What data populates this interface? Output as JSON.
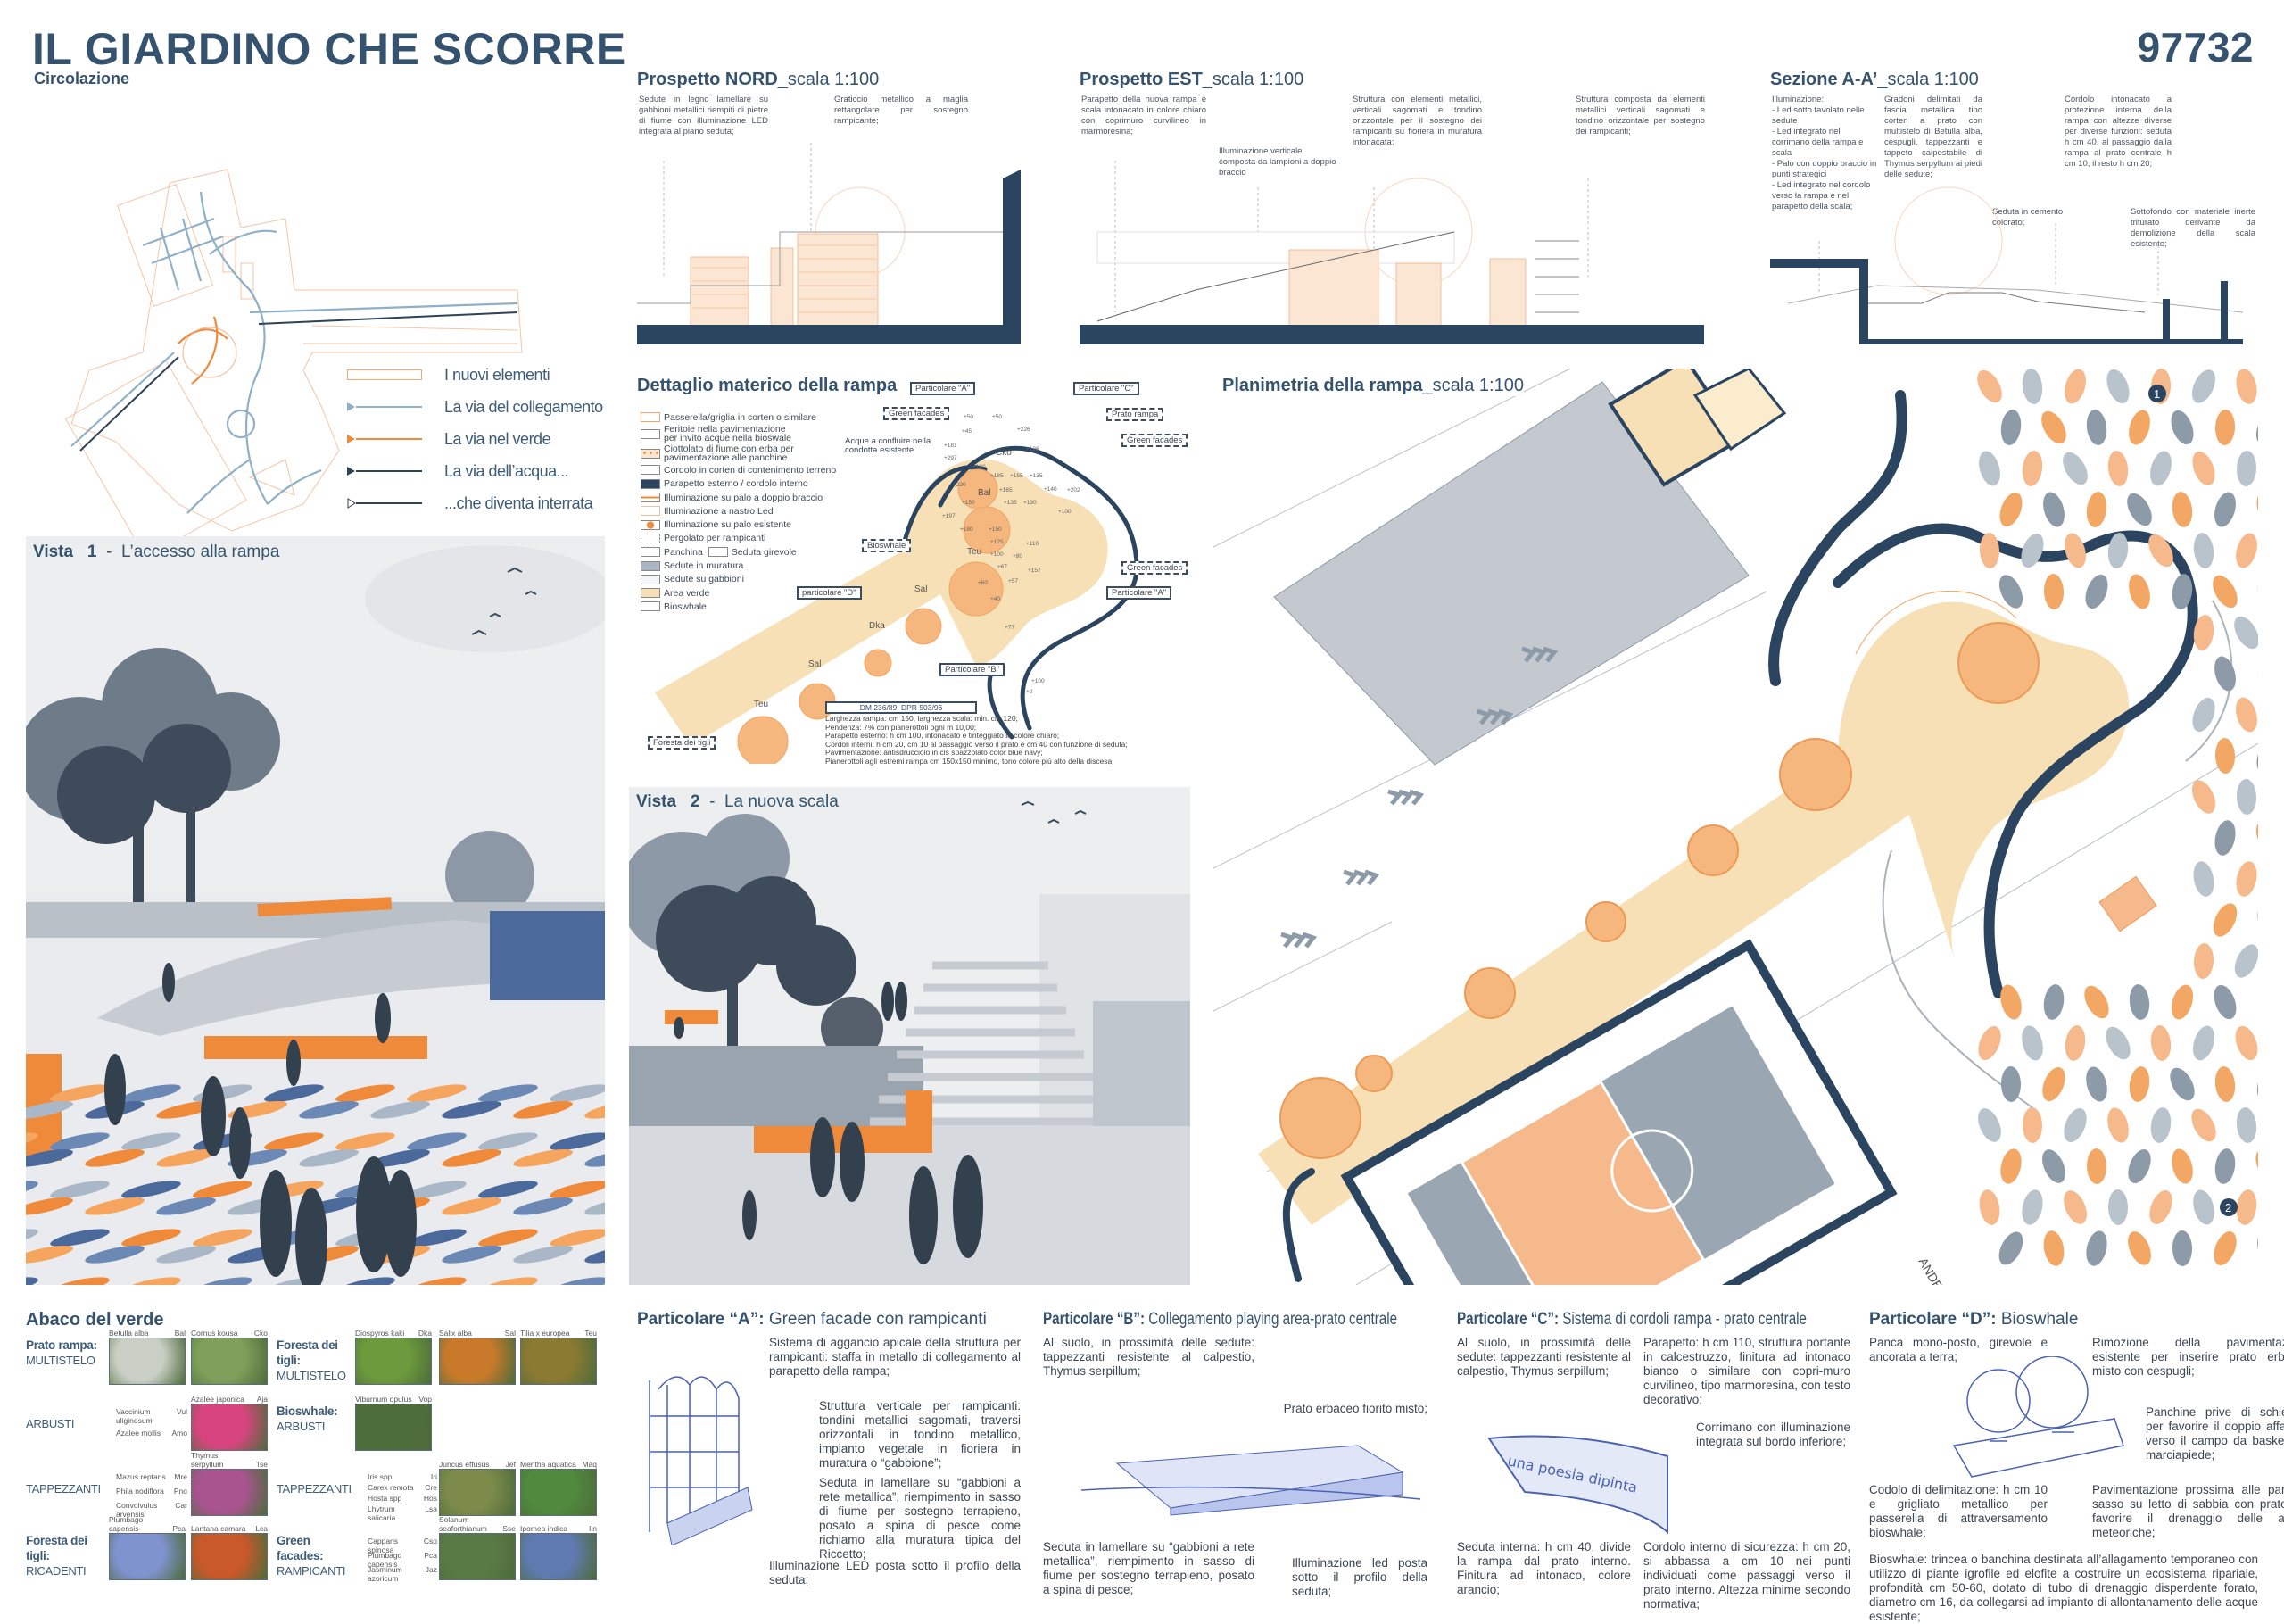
{
  "header": {
    "title": "IL GIARDINO CHE SCORRE",
    "subtitle": "Circolazione",
    "code": "97732"
  },
  "circolazione": {
    "legend": [
      {
        "label": "I nuovi elementi",
        "color": "#f2a677"
      },
      {
        "label": "La via del collegamento",
        "color": "#8fb0c6"
      },
      {
        "label": "La via nel verde",
        "color": "#ef8a3a"
      },
      {
        "label": "La via dell’acqua...",
        "color": "#2f4257"
      },
      {
        "label": "...che diventa interrata",
        "color": "#2f4257"
      }
    ]
  },
  "prospetto_nord": {
    "title": "Prospetto NORD",
    "scale": "_scala 1:100",
    "notes": [
      "Sedute in legno lamellare su gabbioni metallici riempiti di pietre di fiume con illuminazione LED integrata al piano seduta;",
      "Graticcio metallico a maglia rettangolare per sostegno rampicante;"
    ]
  },
  "prospetto_est": {
    "title": "Prospetto EST",
    "scale": "_scala 1:100",
    "notes": [
      "Parapetto della nuova rampa e scala intonacato in colore chiaro con coprimuro curvilineo in marmoresina;",
      "Illuminazione verticale composta da lampioni a doppio braccio",
      "Struttura con elementi metallici, verticali sagomati e tondino orizzontale per il sostegno dei rampicanti su fioriera in muratura intonacata;",
      "Struttura composta da elementi metallici verticali sagomati e tondino orizzontale per sostegno dei rampicanti;"
    ]
  },
  "sezione": {
    "title": "Sezione A-A’",
    "scale": "_scala 1:100",
    "notes": [
      "Illuminazione:\n- Led sotto tavolato nelle sedute\n- Led integrato nel corrimano della rampa e scala\n- Palo con doppio braccio in punti strategici\n- Led integrato nel cordolo verso la rampa e nel parapetto della scala;",
      "Gradoni delimitati da fascia metallica tipo corten a prato con multistelo di Betulla alba, cespugli, tappezzanti e tappeto calpestabile di Thymus serpyllum ai piedi delle sedute;",
      "Cordolo intonacato a protezione interna della rampa con altezze diverse per diverse funzioni: seduta h cm 40, al passaggio dalla rampa al prato centrale h cm 10, il resto h cm 20;",
      "Seduta in cemento colorato;",
      "Sottofondo con materiale inerte triturato derivante da demolizione della scala esistente;"
    ]
  },
  "vista1": {
    "title": "Vista",
    "num": "1",
    "sep": "-",
    "caption": "L’accesso alla rampa"
  },
  "vista2": {
    "title": "Vista",
    "num": "2",
    "sep": "-",
    "caption": "La nuova scala"
  },
  "dettaglio": {
    "title": "Dettaglio materico della rampa",
    "legend": [
      "Passerella/griglia in corten o similare",
      "Feritoie nella pavimentazione\nper invito acque nella bioswale",
      "Ciottolato di fiume con erba per\npavimentazione alle panchine",
      "Cordolo in corten di contenimento terreno",
      "Parapetto esterno / cordolo interno",
      "Illuminazione su palo a doppio braccio",
      "Illuminazione a nastro Led",
      "Illuminazione su palo esistente",
      "Pergolato per rampicanti",
      "Panchina",
      "Seduta girevole",
      "Sedute in muratura",
      "Sedute su gabbioni",
      "Area verde",
      "Bioswhale"
    ],
    "callouts": {
      "pa1": "Particolare \"A\"",
      "gf1": "Green facades",
      "pc": "Particolare \"C\"",
      "prato": "Prato rampa",
      "gf2": "Green facades",
      "acque": "Acque a confluire nella\ncondotta esistente",
      "bios": "Bioswhale",
      "pd": "particolare \"D\"",
      "gf3": "Green facades",
      "pa2": "Particolare \"A\"",
      "pb": "Particolare \"B\"",
      "foresta": "Foresta dei tigli"
    },
    "trees": [
      "Cko",
      "Bal",
      "Teu",
      "Sal",
      "Dka",
      "Sal",
      "Teu"
    ],
    "levels": [
      "+50",
      "+50",
      "+45",
      "+226",
      "+181",
      "+297",
      "+180",
      "+126",
      "+185",
      "+155",
      "+135",
      "+220",
      "+165",
      "+150",
      "+135",
      "+130",
      "+140",
      "+202",
      "+197",
      "+180",
      "+100",
      "+150",
      "+125",
      "+100",
      "+110",
      "+80",
      "+67",
      "+157",
      "+57",
      "+60",
      "+40",
      "+77",
      "+100",
      "+0"
    ],
    "norm_title": "DM 236/89, DPR 503/96",
    "norms": [
      "Larghezza rampa: cm 150, larghezza scala: min. cm 120;",
      "Pendenza: 7% con pianerottoli ogni m 10,00;",
      "Parapetto esterno: h cm 100, intonacato e tinteggiato in colore chiaro;",
      "Cordoli interni: h cm 20, cm 10 al passaggio verso il prato e cm 40 con funzione di seduta;",
      "Pavimentazione: antisdrucciolo in cls spazzolato color blue navy;",
      "Pianerottoli agli estremi rampa cm 150x150 minimo, tono colore più alto della discesa;"
    ]
  },
  "planimetria": {
    "title": "Planimetria della rampa",
    "scale": "_scala 1:100",
    "markers": [
      "1",
      "2"
    ],
    "street": "ANDELO"
  },
  "abaco": {
    "title": "Abaco del verde",
    "rows": [
      {
        "cat_bold": "Prato rampa:",
        "cat": "MULTISTELO",
        "plants": [
          {
            "name": "Betulla alba",
            "code": "Bal",
            "color": "#c9cfc4"
          },
          {
            "name": "Cornus kousa",
            "code": "Cko",
            "color": "#7ea05a"
          }
        ]
      },
      {
        "cat_bold": "",
        "cat": "ARBUSTI",
        "list": [
          {
            "name": "Vaccinium uliginosum",
            "code": "Vul"
          },
          {
            "name": "Azalee mollis",
            "code": "Amo"
          }
        ],
        "plants": [
          {
            "name": "Azalee japonica",
            "code": "Aja",
            "color": "#d8457e"
          }
        ]
      },
      {
        "cat_bold": "",
        "cat": "TAPPEZZANTI",
        "list": [
          {
            "name": "Mazus reptans",
            "code": "Mre"
          },
          {
            "name": "Phila nodiflora",
            "code": "Pno"
          },
          {
            "name": "Convolvulus arvensis",
            "code": "Car"
          }
        ],
        "plants": [
          {
            "name": "Thymus serpyllum",
            "code": "Tse",
            "color": "#a9548f"
          }
        ]
      },
      {
        "cat_bold": "Foresta dei tigli:",
        "cat": "RICADENTI",
        "plants": [
          {
            "name": "Plumbago capensis",
            "code": "Pca",
            "color": "#7f93cf"
          },
          {
            "name": "Lantana camara",
            "code": "Lca",
            "color": "#c9582a"
          }
        ]
      }
    ],
    "rows_right": [
      {
        "cat_bold": "Foresta dei tigli:",
        "cat": "MULTISTELO",
        "plants": [
          {
            "name": "Diospyros kaki",
            "code": "Dka",
            "color": "#6d9a3c"
          },
          {
            "name": "Salix alba",
            "code": "Sal",
            "color": "#c87a2a"
          },
          {
            "name": "Tilia x europea",
            "code": "Teu",
            "color": "#8a7a32"
          }
        ]
      },
      {
        "cat_bold": "Bioswhale:",
        "cat": "ARBUSTI",
        "plants": [
          {
            "name": "Viburnum opulus",
            "code": "Vop",
            "color": "#4d6e3a"
          }
        ]
      },
      {
        "cat_bold": "",
        "cat": "TAPPEZZANTI",
        "list": [
          {
            "name": "Iris spp",
            "code": "Iri"
          },
          {
            "name": "Carex remota",
            "code": "Cre"
          },
          {
            "name": "Hosta spp",
            "code": "Hos"
          },
          {
            "name": "Lhytrum salicaria",
            "code": "Lsa"
          }
        ],
        "plants": [
          {
            "name": "Juncus effusus",
            "code": "Jef",
            "color": "#7c8a4a"
          },
          {
            "name": "Mentha aquatica",
            "code": "Maq",
            "color": "#4f8a3e"
          }
        ]
      },
      {
        "cat_bold": "Green facades:",
        "cat": "RAMPICANTI",
        "list": [
          {
            "name": "Capparis spinosa",
            "code": "Csp"
          },
          {
            "name": "Plumbago capensis",
            "code": "Pca"
          },
          {
            "name": "Jasminum azoricum",
            "code": "Jaz"
          }
        ],
        "plants": [
          {
            "name": "Solanum seaforthianum",
            "code": "Sse",
            "color": "#5a7a45"
          },
          {
            "name": "Ipomea indica",
            "code": "Iin",
            "color": "#5f7ab0"
          }
        ]
      }
    ]
  },
  "particolari": [
    {
      "title": "Particolare “A”:",
      "subtitle": "Green facade con rampicanti",
      "texts": [
        "Sistema di aggancio apicale della struttura per rampicanti: staffa in metallo di collegamento al parapetto della rampa;",
        "Struttura verticale per rampicanti: tondini metallici sagomati, traversi orizzontali in tondino metallico, impianto vegetale in fioriera in muratura o “gabbione”;",
        "Seduta in lamellare su “gabbioni a rete metallica”, riempimento in sasso di fiume per sostegno terrapieno, posato a spina di pesce come richiamo alla muratura tipica del Riccetto;",
        "Illuminazione LED posta sotto il profilo della seduta;"
      ]
    },
    {
      "title": "Particolare “B”:",
      "subtitle": "Collegamento playing area-prato centrale",
      "texts": [
        "Al suolo, in prossimità delle sedute: tappezzanti resistente al calpestio, Thymus serpillum;",
        "Prato erbaceo fiorito misto;",
        "Seduta in lamellare su “gabbioni a rete metallica”, riempimento in sasso di fiume per sostegno terrapieno, posato a spina di pesce;",
        "Illuminazione led posta sotto il profilo della seduta;"
      ]
    },
    {
      "title": "Particolare “C”:",
      "subtitle": "Sistema di cordoli rampa - prato centrale",
      "sketch_text": "una poesia dipinta",
      "texts": [
        "Al suolo, in prossimità delle sedute: tappezzanti resistente al calpestio, Thymus serpillum;",
        "Parapetto: h cm 110, struttura portante in calcestruzzo, finitura ad intonaco bianco o similare con copri-muro curvilineo, tipo marmoresina, con testo decorativo;",
        "Corrimano con illuminazione integrata sul bordo inferiore;",
        "Seduta interna: h cm 40, divide la rampa dal prato interno. Finitura ad intonaco, colore arancio;",
        "Cordolo interno di sicurezza: h cm 20, si abbassa a cm 10 nei punti individuati come passaggi verso il prato interno. Altezza minime secondo normativa;"
      ]
    },
    {
      "title": "Particolare “D”:",
      "subtitle": "Bioswhale",
      "texts": [
        "Panca mono-posto, girevole e ancorata a terra;",
        "Rimozione della pavimentazione esistente per inserire prato erbaceo misto con cespugli;",
        "Panchine prive di schienale per favorire il doppio affaccio: verso il campo da basket o il marciapiede;",
        "Codolo di delimitazione: h cm 10 e grigliato metallico per passerella di attraversamento bioswhale;",
        "Pavimentazione prossima alle panche: sasso su letto di sabbia con prato per favorire il drenaggio delle acqua meteoriche;",
        "Bioswhale: trincea o banchina destinata all’allagamento temporaneo con utilizzo di piante igrofile ed elofite a costruire un ecosistema ripariale, profondità cm 50-60, dotato di tubo di drenaggio disperdente forato, diametro cm 16, da collegarsi ad impianto di allontanamento delle acque esistente;"
      ]
    }
  ],
  "colors": {
    "navy": "#2b4560",
    "title": "#35536e",
    "orange": "#f0903a",
    "beige": "#f7e0b5",
    "grey": "#8d9aa8",
    "sketch": "#4a62b0"
  }
}
